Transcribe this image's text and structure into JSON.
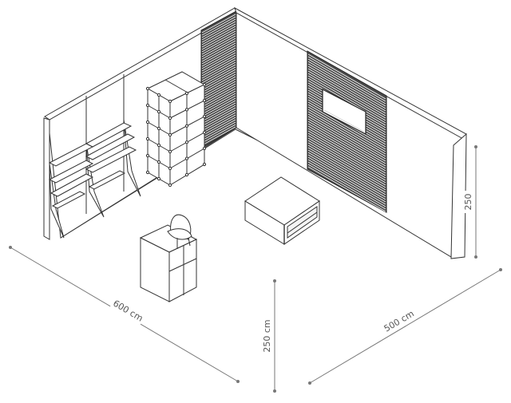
{
  "dimensions": {
    "width_label": "600 cm",
    "depth_label": "500 cm",
    "height_label_front": "250 cm",
    "height_label_right": "250"
  },
  "colors": {
    "line": "#333333",
    "dimension": "#777777",
    "slat": "#222222",
    "background": "#ffffff"
  }
}
